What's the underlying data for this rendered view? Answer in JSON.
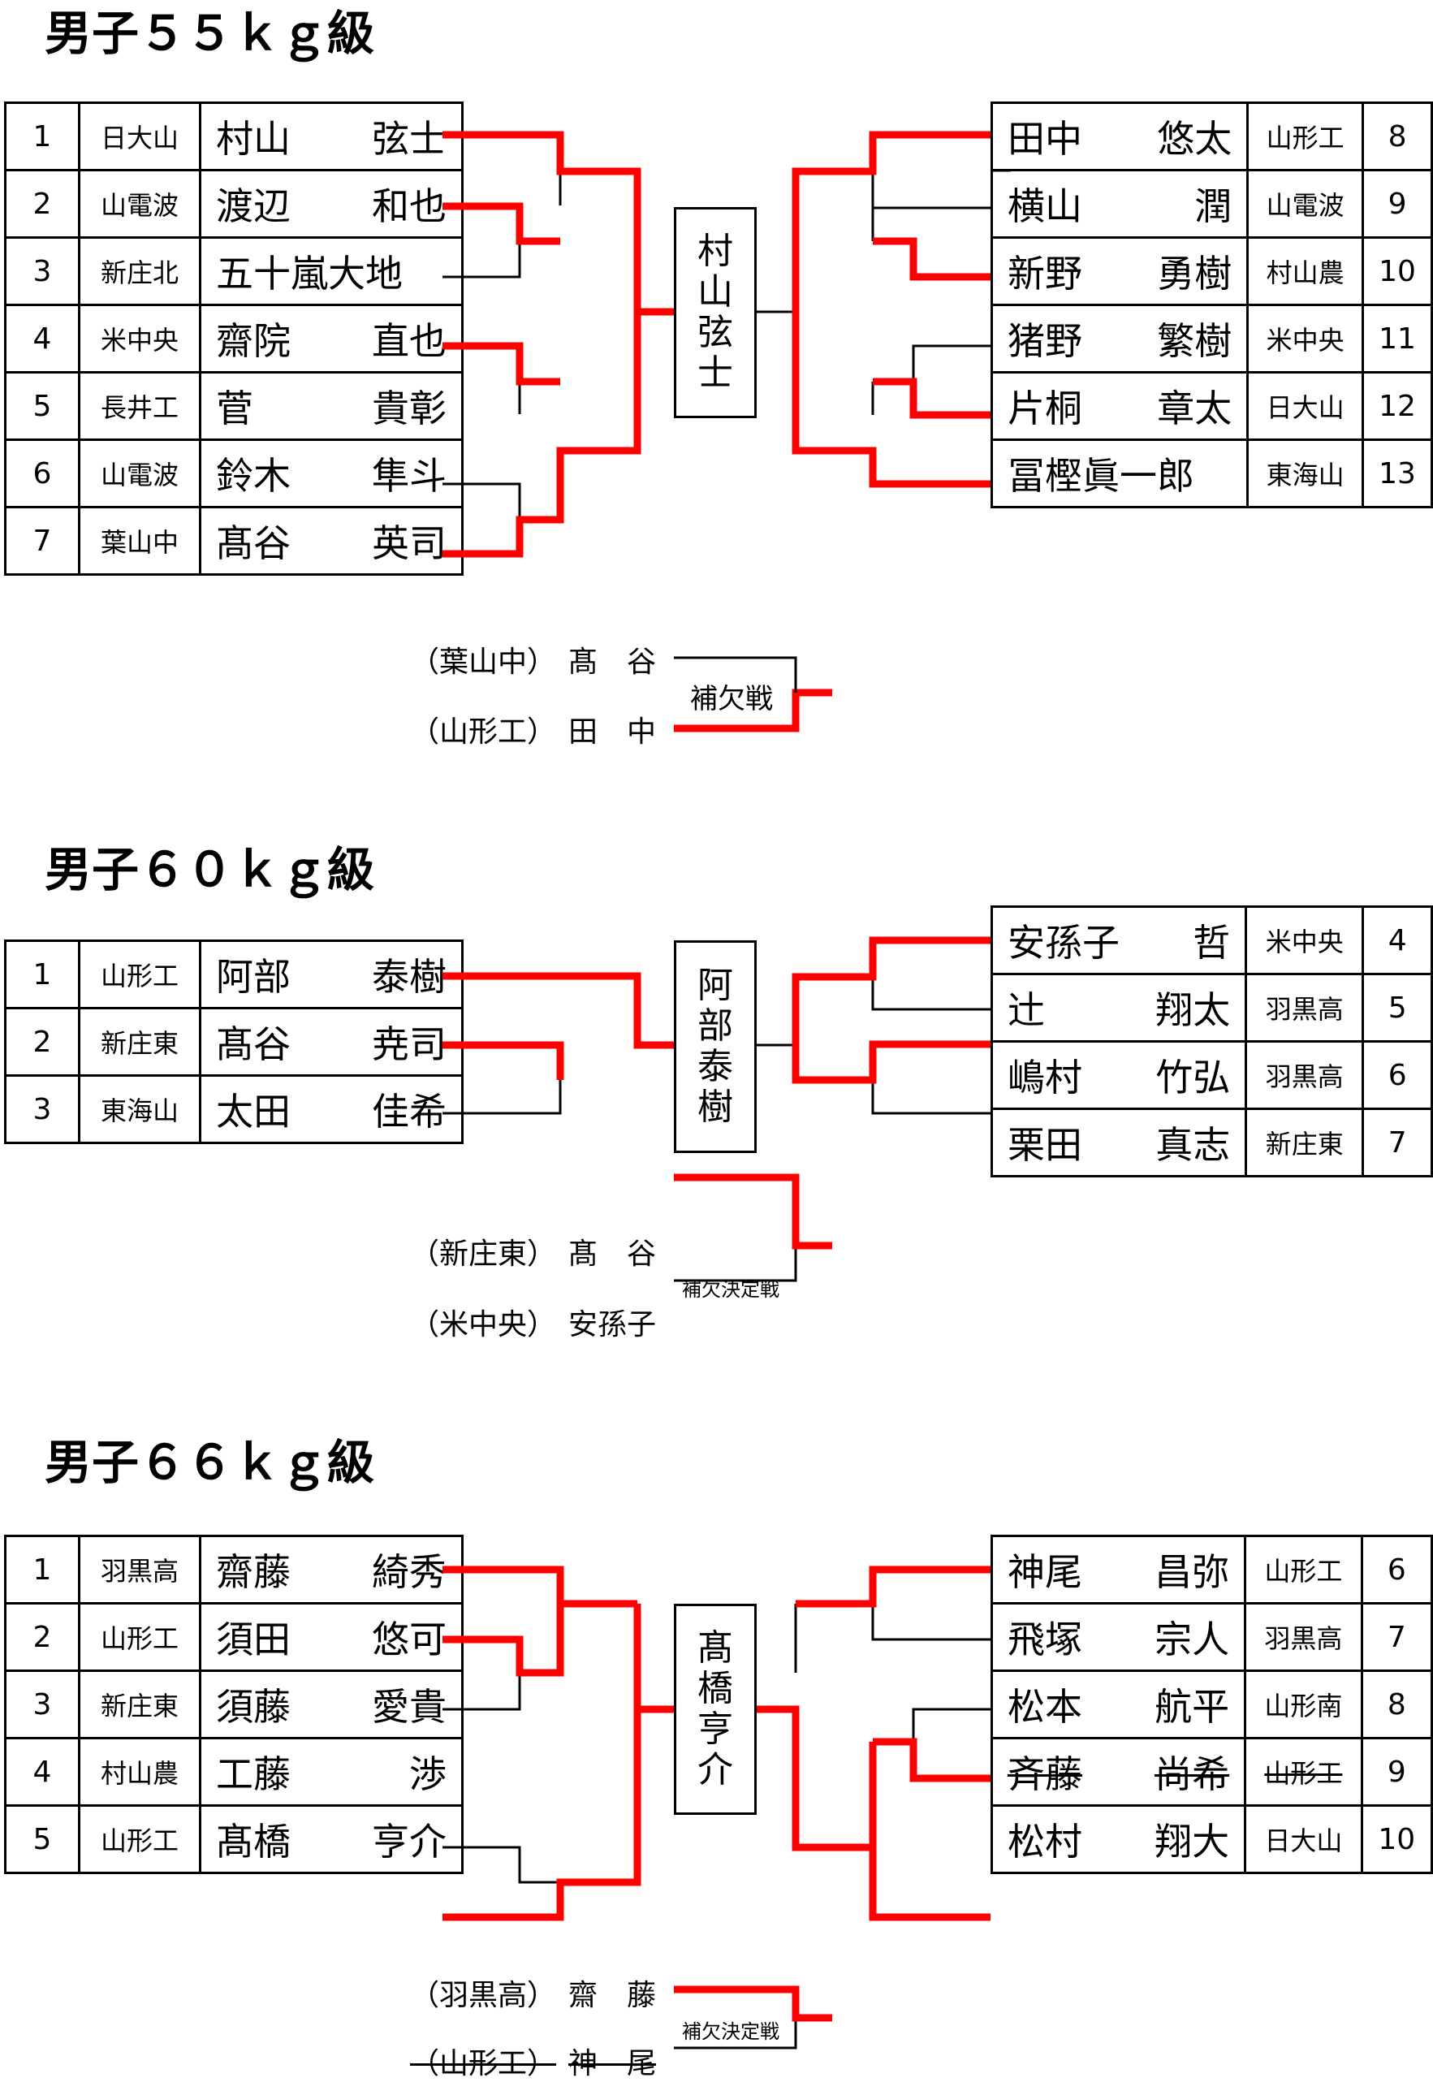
{
  "sections": [
    {
      "title": "男子５５ｋｇ級",
      "winner": [
        "村",
        "山",
        "",
        "弦",
        "士"
      ],
      "left": [
        {
          "num": "1",
          "school": "日大山",
          "family": "村山",
          "given": "弦士"
        },
        {
          "num": "2",
          "school": "山電波",
          "family": "渡辺",
          "given": "和也"
        },
        {
          "num": "3",
          "school": "新庄北",
          "family": "五十嵐大地",
          "given": ""
        },
        {
          "num": "4",
          "school": "米中央",
          "family": "齋院",
          "given": "直也"
        },
        {
          "num": "5",
          "school": "長井工",
          "family": "菅",
          "given": "貴彰"
        },
        {
          "num": "6",
          "school": "山電波",
          "family": "鈴木",
          "given": "隼斗"
        },
        {
          "num": "7",
          "school": "葉山中",
          "family": "髙谷",
          "given": "英司"
        }
      ],
      "right": [
        {
          "family": "田中",
          "given": "悠太",
          "school": "山形工",
          "num": "8"
        },
        {
          "family": "横山",
          "given": "潤",
          "school": "山電波",
          "num": "9"
        },
        {
          "family": "新野",
          "given": "勇樹",
          "school": "村山農",
          "num": "10"
        },
        {
          "family": "猪野",
          "given": "繁樹",
          "school": "米中央",
          "num": "11"
        },
        {
          "family": "片桐",
          "given": "章太",
          "school": "日大山",
          "num": "12"
        },
        {
          "family": "冨樫眞一郎",
          "given": "",
          "school": "東海山",
          "num": "13"
        }
      ],
      "extra": {
        "label": "補欠戦",
        "top": {
          "school": "（葉山中）",
          "name": "髙　谷"
        },
        "bottom": {
          "school": "（山形工）",
          "name": "田　中"
        }
      }
    },
    {
      "title": "男子６０ｋｇ級",
      "winner": [
        "阿",
        "部",
        "",
        "泰",
        "樹"
      ],
      "left": [
        {
          "num": "1",
          "school": "山形工",
          "family": "阿部",
          "given": "泰樹"
        },
        {
          "num": "2",
          "school": "新庄東",
          "family": "髙谷",
          "given": "尭司"
        },
        {
          "num": "3",
          "school": "東海山",
          "family": "太田",
          "given": "佳希"
        }
      ],
      "right": [
        {
          "family": "安孫子",
          "given": "哲",
          "school": "米中央",
          "num": "4"
        },
        {
          "family": "辻",
          "given": "翔太",
          "school": "羽黒高",
          "num": "5"
        },
        {
          "family": "嶋村",
          "given": "竹弘",
          "school": "羽黒高",
          "num": "6"
        },
        {
          "family": "栗田",
          "given": "真志",
          "school": "新庄東",
          "num": "7"
        }
      ],
      "extra": {
        "label": "補欠決定戦",
        "top": {
          "school": "（新庄東）",
          "name": "髙　谷"
        },
        "bottom": {
          "school": "（米中央）",
          "name": "安孫子"
        }
      }
    },
    {
      "title": "男子６６ｋｇ級",
      "winner": [
        "髙",
        "橋",
        "",
        "亨",
        "介"
      ],
      "left": [
        {
          "num": "1",
          "school": "羽黒高",
          "family": "齋藤",
          "given": "綺秀"
        },
        {
          "num": "2",
          "school": "山形工",
          "family": "須田",
          "given": "悠可"
        },
        {
          "num": "3",
          "school": "新庄東",
          "family": "須藤",
          "given": "愛貴"
        },
        {
          "num": "4",
          "school": "村山農",
          "family": "工藤",
          "given": "渉"
        },
        {
          "num": "5",
          "school": "山形工",
          "family": "髙橋",
          "given": "亨介"
        }
      ],
      "right": [
        {
          "family": "神尾",
          "given": "昌弥",
          "school": "山形工",
          "num": "6"
        },
        {
          "family": "飛塚",
          "given": "宗人",
          "school": "羽黒高",
          "num": "7"
        },
        {
          "family": "松本",
          "given": "航平",
          "school": "山形南",
          "num": "8"
        },
        {
          "family": "斉藤",
          "given": "尚希",
          "school": "山形工",
          "num": "9",
          "withdrawn": true
        },
        {
          "family": "松村",
          "given": "翔大",
          "school": "日大山",
          "num": "10"
        }
      ],
      "extra": {
        "label": "補欠決定戦",
        "top": {
          "school": "（羽黒高）",
          "name": "齋　藤"
        },
        "bottom": {
          "school": "（山形工）",
          "name": "神　尾",
          "withdrawn": true
        }
      }
    }
  ],
  "colors": {
    "win_line": "#ff0000",
    "line": "#000000",
    "text": "#000000"
  }
}
